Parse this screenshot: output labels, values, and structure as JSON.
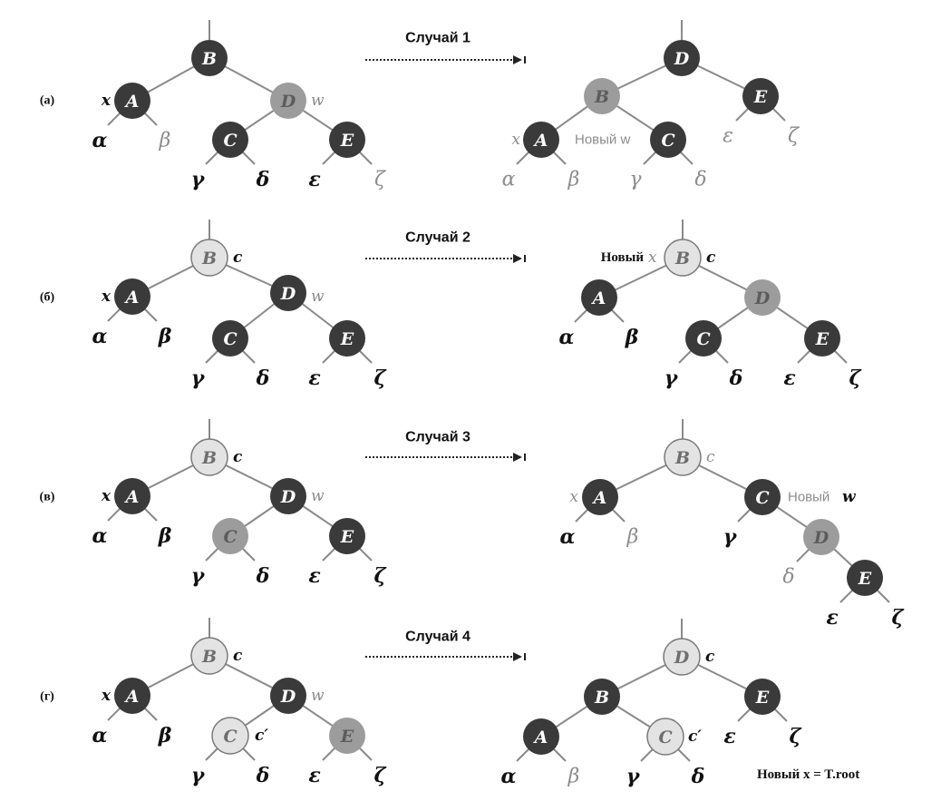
{
  "panels": [
    {
      "label": "(a)",
      "case_title": "Случай 1",
      "before": {
        "nodes": [
          {
            "name": "B",
            "color": "black"
          },
          {
            "name": "A",
            "color": "black"
          },
          {
            "name": "D",
            "color": "red"
          },
          {
            "name": "C",
            "color": "black"
          },
          {
            "name": "E",
            "color": "black"
          }
        ],
        "annotations": [
          {
            "text": "x",
            "muted": false
          },
          {
            "text": "w",
            "muted": true
          }
        ],
        "subtrees": [
          "α",
          "β",
          "γ",
          "δ",
          "ε",
          "ζ"
        ]
      },
      "after": {
        "nodes": [
          {
            "name": "D",
            "color": "black"
          },
          {
            "name": "B",
            "color": "red"
          },
          {
            "name": "E",
            "color": "black"
          },
          {
            "name": "A",
            "color": "black"
          },
          {
            "name": "C",
            "color": "black"
          }
        ],
        "annotations": [
          {
            "text": "x",
            "muted": true
          },
          {
            "text": "Новый w",
            "muted": true
          }
        ],
        "subtrees": [
          "α",
          "β",
          "γ",
          "δ",
          "ε",
          "ζ"
        ]
      }
    },
    {
      "label": "(б)",
      "case_title": "Случай 2",
      "before": {
        "nodes": [
          {
            "name": "B",
            "color": "light"
          },
          {
            "name": "A",
            "color": "black"
          },
          {
            "name": "D",
            "color": "black"
          },
          {
            "name": "C",
            "color": "black"
          },
          {
            "name": "E",
            "color": "black"
          }
        ],
        "annotations": [
          {
            "text": "c",
            "muted": false
          },
          {
            "text": "x",
            "muted": false
          },
          {
            "text": "w",
            "muted": true
          }
        ],
        "subtrees": [
          "α",
          "β",
          "γ",
          "δ",
          "ε",
          "ζ"
        ]
      },
      "after": {
        "nodes": [
          {
            "name": "B",
            "color": "light"
          },
          {
            "name": "A",
            "color": "black"
          },
          {
            "name": "D",
            "color": "red"
          },
          {
            "name": "C",
            "color": "black"
          },
          {
            "name": "E",
            "color": "black"
          }
        ],
        "annotations": [
          {
            "text": "Новый",
            "muted": false
          },
          {
            "text": "x",
            "muted": true
          },
          {
            "text": "c",
            "muted": false
          }
        ],
        "subtrees": [
          "α",
          "β",
          "γ",
          "δ",
          "ε",
          "ζ"
        ]
      }
    },
    {
      "label": "(в)",
      "case_title": "Случай 3",
      "before": {
        "nodes": [
          {
            "name": "B",
            "color": "light"
          },
          {
            "name": "A",
            "color": "black"
          },
          {
            "name": "D",
            "color": "black"
          },
          {
            "name": "C",
            "color": "red"
          },
          {
            "name": "E",
            "color": "black"
          }
        ],
        "annotations": [
          {
            "text": "c",
            "muted": false
          },
          {
            "text": "x",
            "muted": false
          },
          {
            "text": "w",
            "muted": true
          }
        ],
        "subtrees": [
          "α",
          "β",
          "γ",
          "δ",
          "ε",
          "ζ"
        ]
      },
      "after": {
        "nodes": [
          {
            "name": "B",
            "color": "light"
          },
          {
            "name": "A",
            "color": "black"
          },
          {
            "name": "C",
            "color": "black"
          },
          {
            "name": "D",
            "color": "red"
          },
          {
            "name": "E",
            "color": "black"
          }
        ],
        "annotations": [
          {
            "text": "c",
            "muted": true
          },
          {
            "text": "x",
            "muted": true
          },
          {
            "text": "Новый",
            "muted": true
          },
          {
            "text": "w",
            "muted": false
          }
        ],
        "subtrees": [
          "α",
          "β",
          "γ",
          "δ",
          "ε",
          "ζ"
        ]
      }
    },
    {
      "label": "(г)",
      "case_title": "Случай 4",
      "before": {
        "nodes": [
          {
            "name": "B",
            "color": "light"
          },
          {
            "name": "A",
            "color": "black"
          },
          {
            "name": "D",
            "color": "black"
          },
          {
            "name": "C",
            "color": "light"
          },
          {
            "name": "E",
            "color": "red"
          }
        ],
        "annotations": [
          {
            "text": "c",
            "muted": false
          },
          {
            "text": "c′",
            "muted": false
          },
          {
            "text": "x",
            "muted": false
          },
          {
            "text": "w",
            "muted": true
          }
        ],
        "subtrees": [
          "α",
          "β",
          "γ",
          "δ",
          "ε",
          "ζ"
        ]
      },
      "after": {
        "nodes": [
          {
            "name": "D",
            "color": "light"
          },
          {
            "name": "B",
            "color": "black"
          },
          {
            "name": "E",
            "color": "black"
          },
          {
            "name": "A",
            "color": "black"
          },
          {
            "name": "C",
            "color": "light"
          }
        ],
        "annotations": [
          {
            "text": "c",
            "muted": false
          },
          {
            "text": "c′",
            "muted": false
          },
          {
            "text": "Новый x = T.root",
            "muted": false
          }
        ],
        "subtrees": [
          "α",
          "β",
          "γ",
          "δ",
          "ε",
          "ζ"
        ]
      }
    }
  ],
  "node_colors": {
    "black": "#3a3a3a",
    "red": "#9c9c9c",
    "light": "#e3e3e3",
    "black_text": "#ffffff",
    "red_text": "#5c5c5c",
    "light_text": "#6e6e6e",
    "outline": "#7a7a7a"
  },
  "muted_color": "#8c8c8c"
}
